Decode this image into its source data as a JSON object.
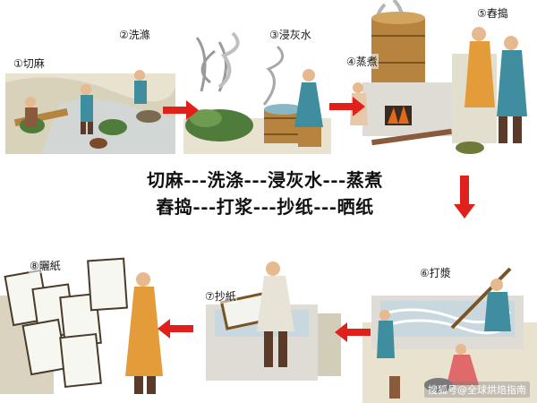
{
  "steps": [
    {
      "id": "step-1",
      "label": "①切麻"
    },
    {
      "id": "step-2",
      "label": "②洗滌"
    },
    {
      "id": "step-3",
      "label": "③浸灰水"
    },
    {
      "id": "step-4",
      "label": "④蒸煮"
    },
    {
      "id": "step-5",
      "label": "⑤舂搗"
    },
    {
      "id": "step-6",
      "label": "⑥打漿"
    },
    {
      "id": "step-7",
      "label": "⑦抄紙"
    },
    {
      "id": "step-8",
      "label": "⑧曬紙"
    }
  ],
  "process_text": {
    "line1": "切麻---洗涤---浸灰水---蒸煮",
    "line2": "舂捣---打浆---抄纸---晒纸"
  },
  "watermark": "搜狐号@全球烘焙指南",
  "colors": {
    "arrow": "#e0201a",
    "ground": "#e8e2cf",
    "wood": "#b7843f",
    "skin": "#e7b98e",
    "robe_blue": "#3e8ea0",
    "robe_orange": "#e49b3a",
    "plant_green": "#4f7c3a"
  }
}
